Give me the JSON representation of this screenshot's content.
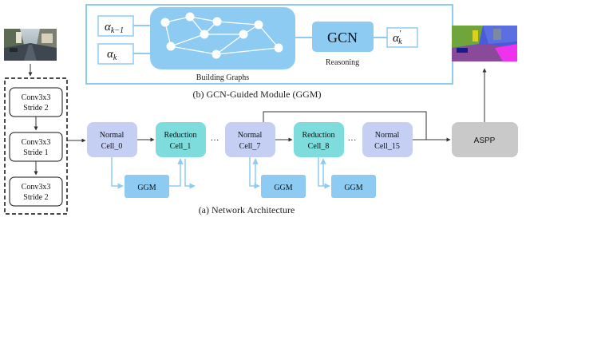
{
  "ggm_panel": {
    "caption": "(b) GCN-Guided Module (GGM)",
    "input_prev": "α",
    "input_prev_sub": "k−1",
    "input_cur": "α",
    "input_cur_sub": "k",
    "graph_caption": "Building Graphs",
    "gcn_label": "GCN",
    "reasoning_caption": "Reasoning",
    "output": "α",
    "output_sub": "k",
    "output_prime": "′"
  },
  "stem": {
    "blocks": [
      {
        "line1": "Conv3x3",
        "line2": "Stride 2"
      },
      {
        "line1": "Conv3x3",
        "line2": "Stride 1"
      },
      {
        "line1": "Conv3x3",
        "line2": "Stride 2"
      }
    ]
  },
  "network": {
    "caption": "(a) Network Architecture",
    "ellipsis": "···",
    "cells": [
      {
        "line1": "Normal",
        "line2": "Cell_0",
        "type": "normal"
      },
      {
        "line1": "Reduction",
        "line2": "Cell_1",
        "type": "reduction"
      },
      {
        "line1": "Normal",
        "line2": "Cell_7",
        "type": "normal"
      },
      {
        "line1": "Reduction",
        "line2": "Cell_8",
        "type": "reduction"
      },
      {
        "line1": "Normal",
        "line2": "Cell_15",
        "type": "normal"
      }
    ],
    "ggm_label": "GGM",
    "aspp_label": "ASPP"
  },
  "colors": {
    "normal_cell": "#c5cef3",
    "reduction_cell": "#7fdcdc",
    "ggm_box": "#8ecbf2",
    "graph_bg": "#8ecbf2",
    "panel_border": "#8ecbf2",
    "aspp": "#c9c9c9",
    "light_arrow": "#8ecbf2"
  }
}
